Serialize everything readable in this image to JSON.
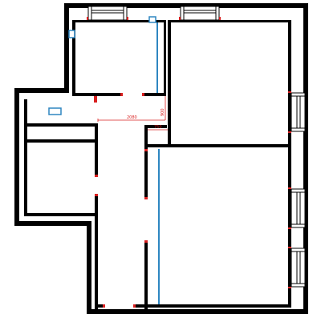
{
  "plan": {
    "colors": {
      "wall": "#000000",
      "opening_marker": "#d92020",
      "plumbing": "#2e86c1",
      "dimension": "#d92020",
      "background": "#ffffff"
    },
    "dimensions": {
      "horizontal_run": "2080",
      "vertical_riser": "900",
      "short_offset": "750"
    }
  }
}
